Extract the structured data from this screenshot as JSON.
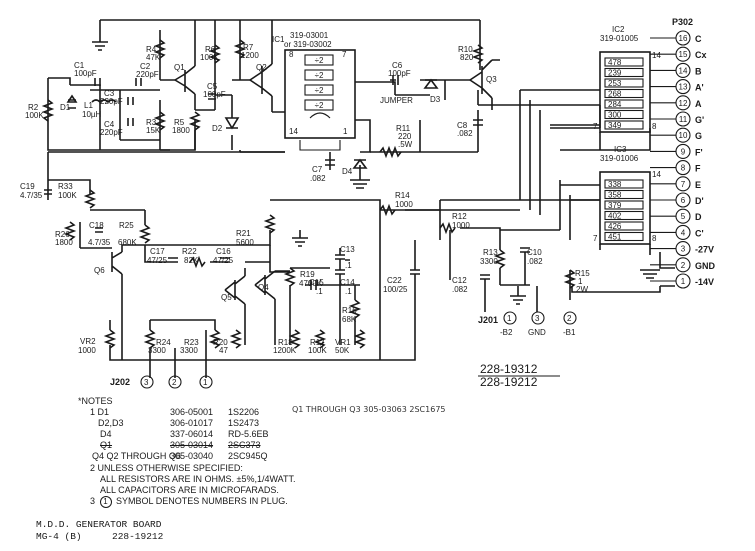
{
  "components": {
    "R2": {
      "ref": "R2",
      "value": "100K"
    },
    "D1": {
      "ref": "D1"
    },
    "L1": {
      "ref": "L1",
      "value": "10µH"
    },
    "C1": {
      "ref": "C1",
      "value": "100pF"
    },
    "C2": {
      "ref": "C2",
      "value": "220pF"
    },
    "C3": {
      "ref": "C3",
      "value": "220pF"
    },
    "C4": {
      "ref": "C4",
      "value": "220pF"
    },
    "R4": {
      "ref": "R4",
      "value": "47K"
    },
    "R3": {
      "ref": "R3",
      "value": "15K"
    },
    "Q1": {
      "ref": "Q1"
    },
    "R5": {
      "ref": "R5",
      "value": "1800"
    },
    "C5": {
      "ref": "C5",
      "value": "100pF"
    },
    "R6": {
      "ref": "R6",
      "value": "100K"
    },
    "D2": {
      "ref": "D2"
    },
    "R7": {
      "ref": "R7",
      "value": "1200"
    },
    "Q2": {
      "ref": "Q2"
    },
    "IC1": {
      "ref": "IC1",
      "part1": "319-03001",
      "part2": "or 319-03002",
      "div": "÷2"
    },
    "C6": {
      "ref": "C6",
      "value": "100pF"
    },
    "JUMPER": {
      "ref": "JUMPER"
    },
    "D3": {
      "ref": "D3"
    },
    "R10": {
      "ref": "R10",
      "value": "820"
    },
    "Q3": {
      "ref": "Q3"
    },
    "C8": {
      "ref": "C8",
      "value": ".082"
    },
    "R11": {
      "ref": "R11",
      "value": "220",
      "rating": ".5W"
    },
    "C7": {
      "ref": "C7",
      "value": ".082"
    },
    "D4": {
      "ref": "D4"
    },
    "C19": {
      "ref": "C19",
      "value": "4.7/35"
    },
    "R33": {
      "ref": "R33",
      "value": "100K"
    },
    "R26": {
      "ref": "R26",
      "value": "1800"
    },
    "C18": {
      "ref": "C18",
      "value": "4.7/35"
    },
    "R25": {
      "ref": "R25",
      "value": "680K"
    },
    "Q6": {
      "ref": "Q6"
    },
    "C17": {
      "ref": "C17",
      "value": "47/25"
    },
    "R22": {
      "ref": "R22",
      "value": "82K"
    },
    "C16": {
      "ref": "C16",
      "value": "47/25"
    },
    "R21": {
      "ref": "R21",
      "value": "5600"
    },
    "R19": {
      "ref": "R19",
      "value": "4700K"
    },
    "Q4": {
      "ref": "Q4"
    },
    "Q5": {
      "ref": "Q5"
    },
    "C15": {
      "ref": "C15",
      "value": ".1"
    },
    "C13": {
      "ref": "C13",
      "value": ".1"
    },
    "C14": {
      "ref": "C14",
      "value": ".1"
    },
    "R16": {
      "ref": "R16",
      "value": "68K"
    },
    "VR1": {
      "ref": "VR1",
      "value": "50K"
    },
    "R17": {
      "ref": "R17",
      "value": "100K"
    },
    "R18": {
      "ref": "R18",
      "value": "1200K"
    },
    "R20": {
      "ref": "R20",
      "value": "47"
    },
    "R24": {
      "ref": "R24",
      "value": "3300"
    },
    "R23": {
      "ref": "R23",
      "value": "3300"
    },
    "VR2": {
      "ref": "VR2",
      "value": "1000"
    },
    "C22": {
      "ref": "C22",
      "value": "100/25"
    },
    "R14": {
      "ref": "R14",
      "value": "1000"
    },
    "R12": {
      "ref": "R12",
      "value": "1000"
    },
    "R13": {
      "ref": "R13",
      "value": "3300"
    },
    "C10": {
      "ref": "C10",
      "value": ".082"
    },
    "C12": {
      "ref": "C12",
      "value": ".082"
    },
    "R15": {
      "ref": "R15",
      "value": "1",
      "rating": "2W"
    }
  },
  "ic2": {
    "ref": "IC2",
    "part": "319-01005",
    "pin14": "14",
    "pin7": "7",
    "pin8": "8",
    "values": [
      "478",
      "239",
      "253",
      "268",
      "284",
      "300",
      "349"
    ]
  },
  "ic3": {
    "ref": "IC3",
    "part": "319-01006",
    "pin14": "14",
    "pin7": "7",
    "pin8": "8",
    "values": [
      "338",
      "358",
      "379",
      "402",
      "426",
      "451"
    ]
  },
  "ic1_pins": [
    "8",
    "7",
    "14",
    "1"
  ],
  "p302": {
    "title": "P302",
    "pins": [
      {
        "num": "16",
        "label": "C"
      },
      {
        "num": "15",
        "label": "Cx"
      },
      {
        "num": "14",
        "label": "B"
      },
      {
        "num": "13",
        "label": "A'"
      },
      {
        "num": "12",
        "label": "A"
      },
      {
        "num": "11",
        "label": "G'"
      },
      {
        "num": "10",
        "label": "G"
      },
      {
        "num": "9",
        "label": "F'"
      },
      {
        "num": "8",
        "label": "F"
      },
      {
        "num": "7",
        "label": "E"
      },
      {
        "num": "6",
        "label": "D'"
      },
      {
        "num": "5",
        "label": "D"
      },
      {
        "num": "4",
        "label": "C'"
      },
      {
        "num": "3",
        "label": "-27V"
      },
      {
        "num": "2",
        "label": "GND"
      },
      {
        "num": "1",
        "label": "-14V"
      }
    ]
  },
  "j201": {
    "title": "J201",
    "pins": [
      {
        "num": "1",
        "label": "-B2"
      },
      {
        "num": "3",
        "label": "GND"
      },
      {
        "num": "2",
        "label": "-B1"
      }
    ]
  },
  "j202": {
    "title": "J202",
    "pins": [
      "3",
      "2",
      "1"
    ]
  },
  "drawing_number": {
    "line1": "228-19312",
    "line2": "228-19212"
  },
  "notes": {
    "title": "*NOTES",
    "rows": [
      {
        "item": "1 D1",
        "code": "306-05001",
        "part": "1S2206",
        "struck": false
      },
      {
        "item": "D2,D3",
        "code": "306-01017",
        "part": "1S2473",
        "struck": false
      },
      {
        "item": "D4",
        "code": "337-06014",
        "part": "RD-5.6EB",
        "struck": false
      },
      {
        "item": "Q1",
        "code": "305-03014",
        "part": "2SC373",
        "struck": true
      },
      {
        "item": "Q4 Q2 THROUGH Q6",
        "code": "305-03040",
        "part": "2SC945Q",
        "struck": false
      }
    ],
    "handwritten": "Q1 THROUGH Q3   305-03063  2SC1675",
    "note2a": "2 UNLESS OTHERWISE SPECIFIED:",
    "note2b": "ALL RESISTORS ARE IN OHMS. ±5%,1/4WATT.",
    "note2c": "ALL CAPACITORS ARE IN MICROFARADS.",
    "note3_num": "3",
    "note3_circ": "1",
    "note3": "SYMBOL DENOTES NUMBERS IN PLUG."
  },
  "footer": {
    "line1": "M.D.D. GENERATOR BOARD",
    "line2a": "MG-4 (B)",
    "line2b": "228-19212"
  }
}
